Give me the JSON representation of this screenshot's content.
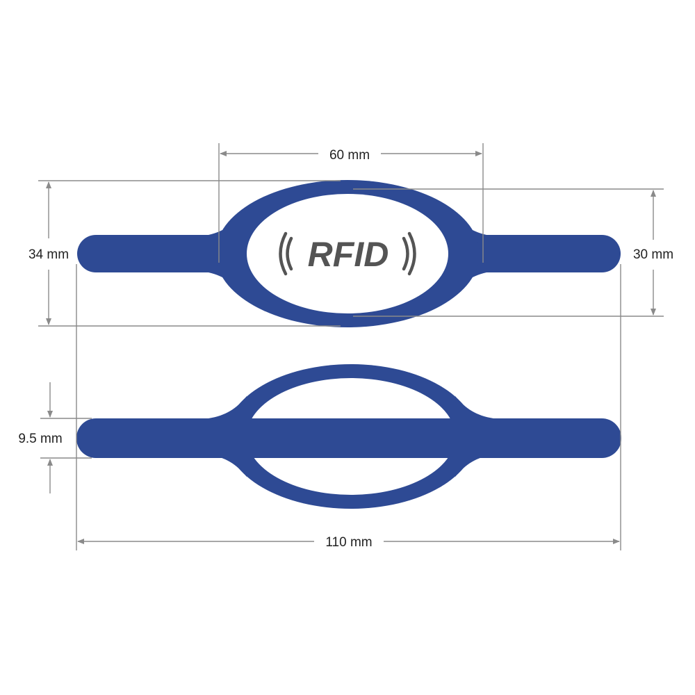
{
  "colors": {
    "band": "#2e4a94",
    "dimension_line": "#8a8a8a",
    "text": "#222222",
    "logo": "#545454"
  },
  "logo": {
    "text": "RFID",
    "icon": "rfid-wave-icon"
  },
  "dimensions": {
    "window_width": "60 mm",
    "outer_height": "34 mm",
    "inner_height": "30 mm",
    "strap_width": "9.5 mm",
    "total_length": "110 mm"
  }
}
